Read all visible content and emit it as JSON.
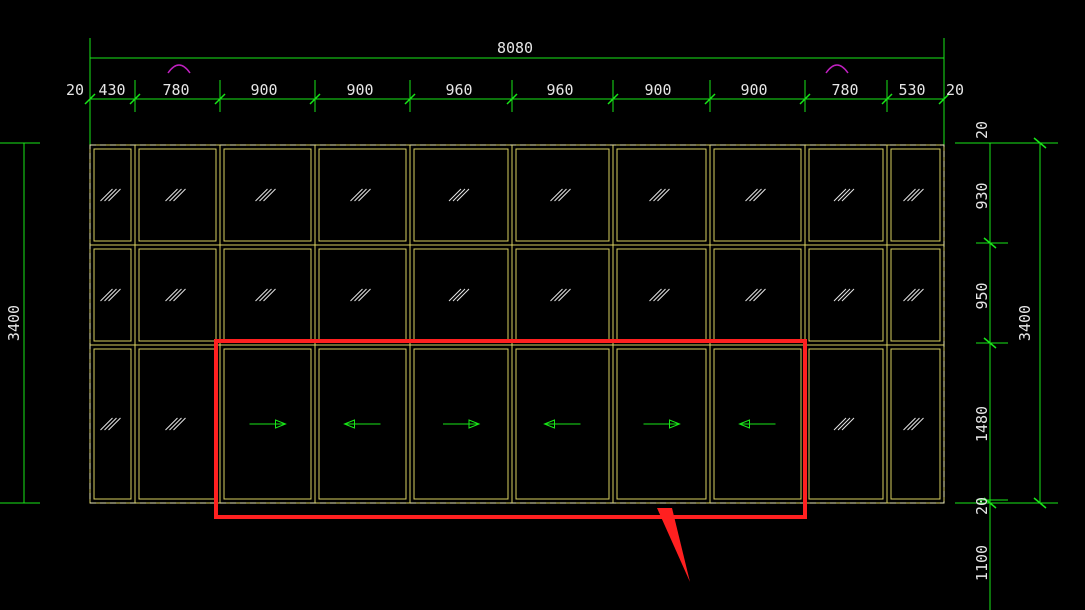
{
  "colors": {
    "background": "#000000",
    "dimension": "#19e619",
    "frame": "#d8d060",
    "text": "#e6e6e6",
    "sliding_arrow": "#19e619",
    "highlight": "#ff2020",
    "arc_marker": "#c020c0"
  },
  "overall_width_label": "8080",
  "column_widths": [
    "20",
    "430",
    "780",
    "900",
    "900",
    "960",
    "960",
    "900",
    "900",
    "780",
    "530",
    "20"
  ],
  "overall_height_label_left": "3400",
  "overall_height_label_right": "3400",
  "row_heights": [
    "20",
    "930",
    "950",
    "1480",
    "20",
    "1100"
  ],
  "bottom_row_panels": [
    {
      "type": "fixed"
    },
    {
      "type": "fixed"
    },
    {
      "type": "slide",
      "direction": "right"
    },
    {
      "type": "slide",
      "direction": "left"
    },
    {
      "type": "slide",
      "direction": "right"
    },
    {
      "type": "slide",
      "direction": "left"
    },
    {
      "type": "slide",
      "direction": "right"
    },
    {
      "type": "slide",
      "direction": "left"
    },
    {
      "type": "fixed"
    },
    {
      "type": "fixed"
    }
  ],
  "glass_symbol": "hatch-icon",
  "highlighted_section": "sliding-panels-group"
}
